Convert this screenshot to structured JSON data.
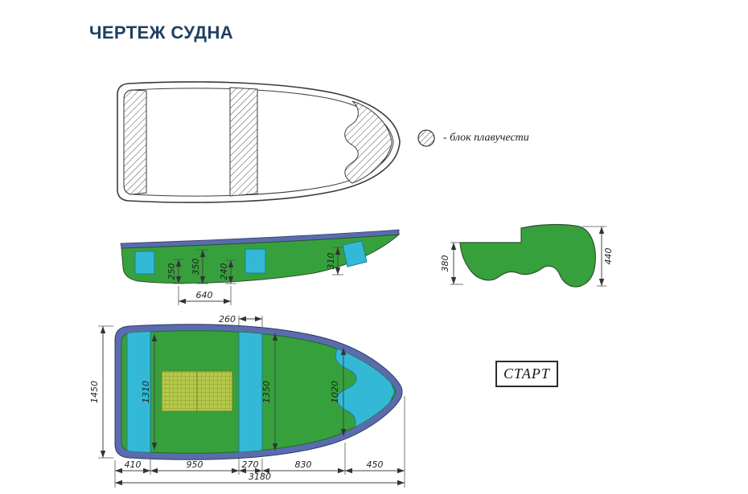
{
  "title": "ЧЕРТЕЖ СУДНА",
  "legend": {
    "icon": "hatched-circle",
    "label": "- блок плавучести"
  },
  "model_badge": {
    "label": "СТАРТ"
  },
  "colors": {
    "title_navy": "#1f4060",
    "hull_green": "#36a13c",
    "gunwale_blue": "#5a6cae",
    "buoyancy_cyan": "#33b9d6",
    "mat_yellow": "#b6c94c",
    "drawing_line": "#3a3a3a"
  },
  "views": {
    "side": {
      "dims": {
        "h250": "250",
        "h350": "350",
        "h240": "240",
        "h310": "310",
        "w640": "640"
      }
    },
    "transom": {
      "dims": {
        "h380": "380",
        "h440": "440"
      }
    },
    "plan": {
      "dims": {
        "w260": "260",
        "beam1450": "1450",
        "w1310": "1310",
        "w1350": "1350",
        "w1020": "1020",
        "s410": "410",
        "s950": "950",
        "s270": "270",
        "s830": "830",
        "s450": "450",
        "total3180": "3180"
      }
    }
  }
}
